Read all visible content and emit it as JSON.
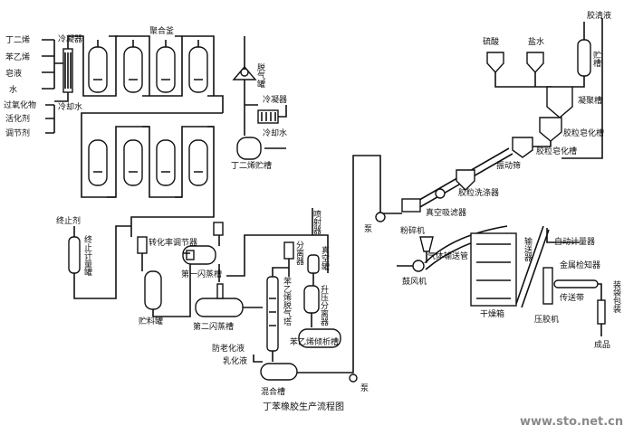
{
  "title": "丁苯橡胶生产流程图",
  "watermark": "www.sto.net.cn",
  "feeds": [
    "丁二烯",
    "苯乙烯",
    "皂液",
    "水",
    "过氧化物",
    "活化剂",
    "调节剂"
  ],
  "labels": {
    "condenser_1": "冷凝器",
    "cooling_water_1": "冷却水",
    "polymerizer": "聚合釜",
    "degas_tank": "脱气罐",
    "condenser_2": "冷凝器",
    "cooling_water_2": "冷却水",
    "butadiene_storage": "丁二烯贮槽",
    "terminator": "终止剂",
    "terminator_meter": "终止计量罐",
    "conversion_regulator": "转化率调节器",
    "flash_1": "第一闪蒸槽",
    "storage_tank": "贮料罐",
    "flash_2": "第二闪蒸槽",
    "separator": "分离器",
    "ejector": "喷射器",
    "vacuum_tank": "真空罐",
    "booster_separator": "升压分离器",
    "styrene_stripper": "苯乙烯脱气塔",
    "styrene_decanter": "苯乙烯倾析槽",
    "antioxidant": "防老化液",
    "emulsion": "乳化液",
    "blend_tank": "混合槽",
    "pump": "泵",
    "sulfuric_acid": "硫酸",
    "brine": "盐水",
    "latex": "胶清液",
    "storage": "贮槽",
    "coagulation_tank": "凝聚槽",
    "crumb_tank": "胶粒皂化槽",
    "vibrating_screen": "振动筛",
    "rinse_tank": "胶粒洗涤器",
    "vacuum_filter": "真空吸滤器",
    "pump_2": "泵",
    "crusher": "粉碎机",
    "air_conveyor": "气体输送管",
    "blower": "鼓风机",
    "dryer": "干燥箱",
    "conveyor_up": "输送器",
    "auto_meter": "自动计量器",
    "metal_detector": "金属检知器",
    "belt": "传送带",
    "press": "压胶机",
    "packing": "装袋包装",
    "product": "成品"
  }
}
